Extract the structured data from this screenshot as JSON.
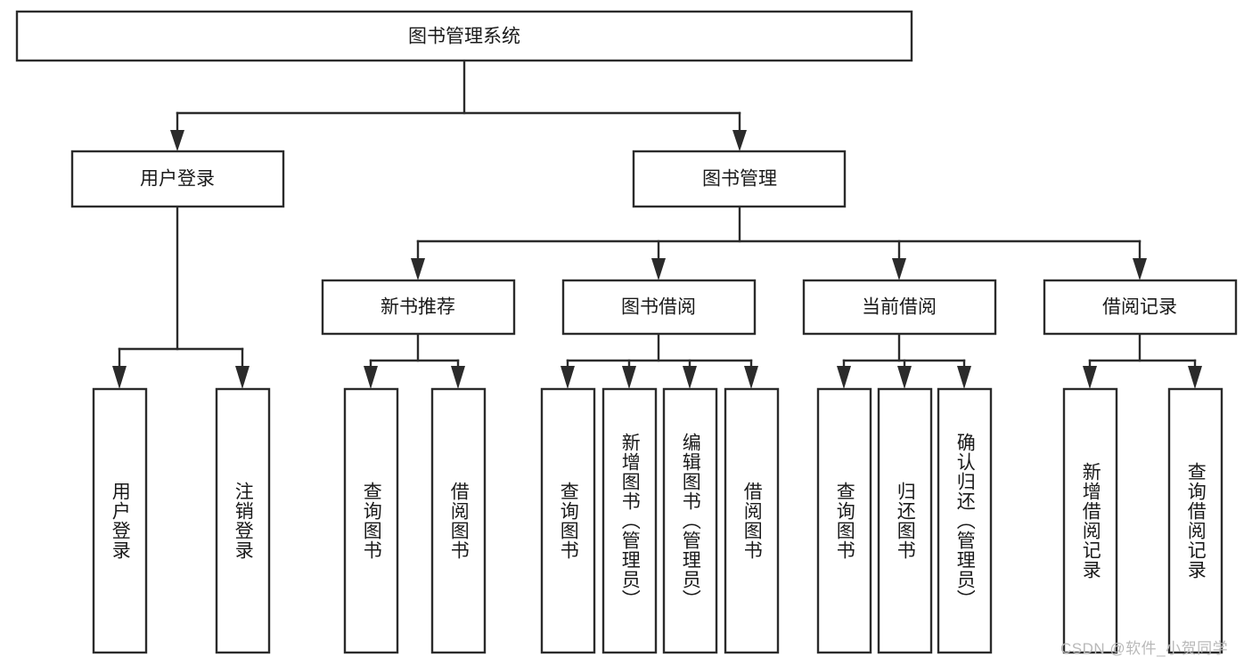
{
  "diagram": {
    "type": "tree",
    "title": "图书管理系统",
    "orientation": "top-down",
    "root": {
      "id": "root",
      "label": "图书管理系统",
      "level": 0
    },
    "levels": [
      {
        "level": 1,
        "nodes": [
          {
            "id": "user-login",
            "label": "用户登录",
            "parent": "root"
          },
          {
            "id": "book-manage",
            "label": "图书管理",
            "parent": "root"
          }
        ]
      },
      {
        "level": 2,
        "nodes": [
          {
            "id": "new-book-rec",
            "label": "新书推荐",
            "parent": "book-manage"
          },
          {
            "id": "book-borrow",
            "label": "图书借阅",
            "parent": "book-manage"
          },
          {
            "id": "current-borrow",
            "label": "当前借阅",
            "parent": "book-manage"
          },
          {
            "id": "borrow-record",
            "label": "借阅记录",
            "parent": "book-manage"
          }
        ]
      },
      {
        "level": 3,
        "nodes": [
          {
            "id": "leaf-user-login",
            "label": "用户登录",
            "parent": "user-login"
          },
          {
            "id": "leaf-logout",
            "label": "注销登录",
            "parent": "user-login"
          },
          {
            "id": "leaf-query-book-1",
            "label": "查询图书",
            "parent": "new-book-rec"
          },
          {
            "id": "leaf-borrow-book-1",
            "label": "借阅图书",
            "parent": "new-book-rec"
          },
          {
            "id": "leaf-query-book-2",
            "label": "查询图书",
            "parent": "book-borrow"
          },
          {
            "id": "leaf-add-book",
            "label": "新增图书（管理员）",
            "parent": "book-borrow"
          },
          {
            "id": "leaf-edit-book",
            "label": "编辑图书（管理员）",
            "parent": "book-borrow"
          },
          {
            "id": "leaf-borrow-book-2",
            "label": "借阅图书",
            "parent": "book-borrow"
          },
          {
            "id": "leaf-query-book-3",
            "label": "查询图书",
            "parent": "current-borrow"
          },
          {
            "id": "leaf-return-book",
            "label": "归还图书",
            "parent": "current-borrow"
          },
          {
            "id": "leaf-confirm-return",
            "label": "确认归还（管理员）",
            "parent": "current-borrow"
          },
          {
            "id": "leaf-add-record",
            "label": "新增借阅记录",
            "parent": "borrow-record"
          },
          {
            "id": "leaf-query-record",
            "label": "查询借阅记录",
            "parent": "borrow-record"
          }
        ]
      }
    ]
  },
  "watermark": {
    "text": "CSDN @软件_小贺同学"
  },
  "colors": {
    "stroke": "#2b2b2b",
    "fill": "#ffffff",
    "text": "#1a1a1a",
    "watermark": "#b9b9b9"
  }
}
